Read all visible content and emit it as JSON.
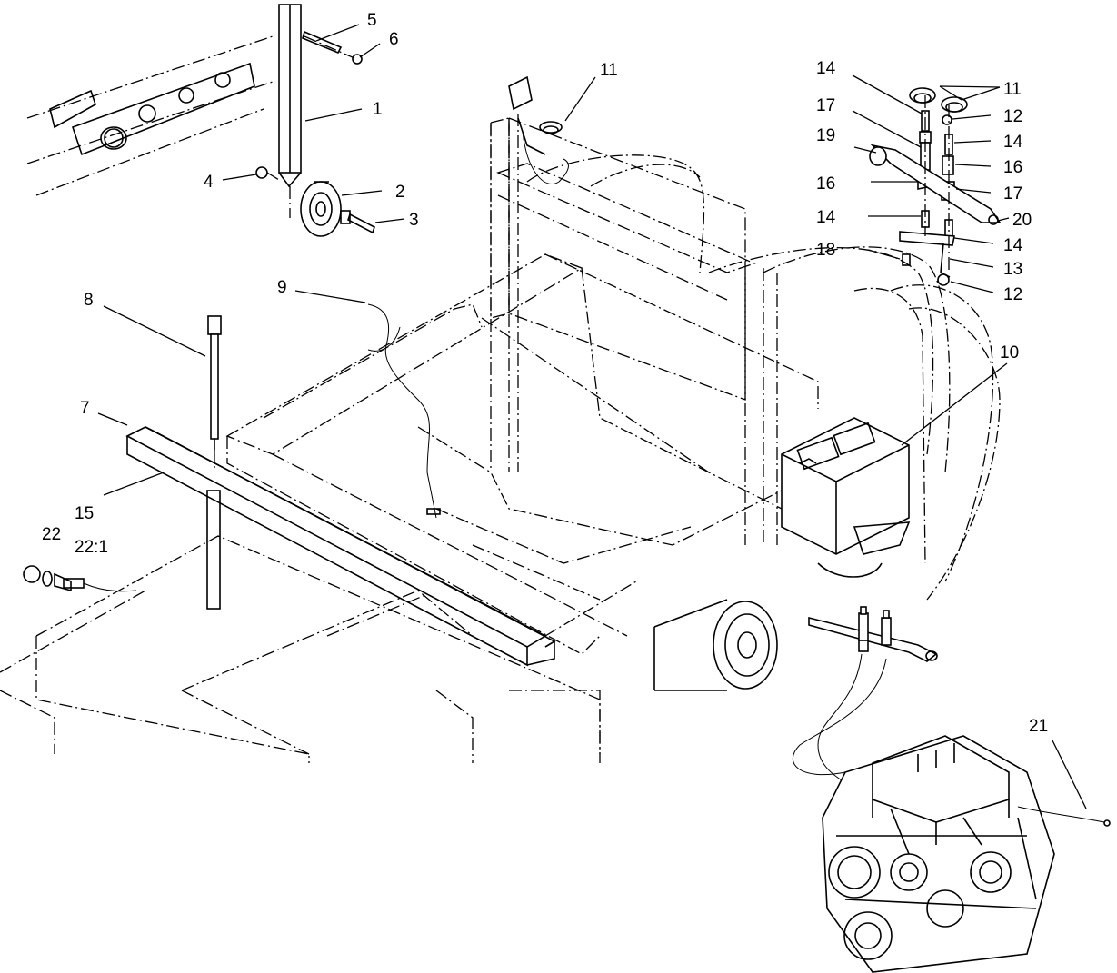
{
  "diagram": {
    "callouts": [
      {
        "id": "c5",
        "label": "5"
      },
      {
        "id": "c6",
        "label": "6"
      },
      {
        "id": "c1",
        "label": "1"
      },
      {
        "id": "c4",
        "label": "4"
      },
      {
        "id": "c2",
        "label": "2"
      },
      {
        "id": "c3",
        "label": "3"
      },
      {
        "id": "c11a",
        "label": "11"
      },
      {
        "id": "c8",
        "label": "8"
      },
      {
        "id": "c9",
        "label": "9"
      },
      {
        "id": "c7",
        "label": "7"
      },
      {
        "id": "c15",
        "label": "15"
      },
      {
        "id": "c22",
        "label": "22"
      },
      {
        "id": "c22-1",
        "label": "22:1"
      },
      {
        "id": "c10",
        "label": "10"
      },
      {
        "id": "c21",
        "label": "21"
      },
      {
        "id": "c14a",
        "label": "14"
      },
      {
        "id": "c17a",
        "label": "17"
      },
      {
        "id": "c19",
        "label": "19"
      },
      {
        "id": "c16a",
        "label": "16"
      },
      {
        "id": "c14b",
        "label": "14"
      },
      {
        "id": "c18",
        "label": "18"
      },
      {
        "id": "c11b",
        "label": "11"
      },
      {
        "id": "c12a",
        "label": "12"
      },
      {
        "id": "c14c",
        "label": "14"
      },
      {
        "id": "c16b",
        "label": "16"
      },
      {
        "id": "c17b",
        "label": "17"
      },
      {
        "id": "c20",
        "label": "20"
      },
      {
        "id": "c14d",
        "label": "14"
      },
      {
        "id": "c13",
        "label": "13"
      },
      {
        "id": "c12b",
        "label": "12"
      }
    ]
  }
}
